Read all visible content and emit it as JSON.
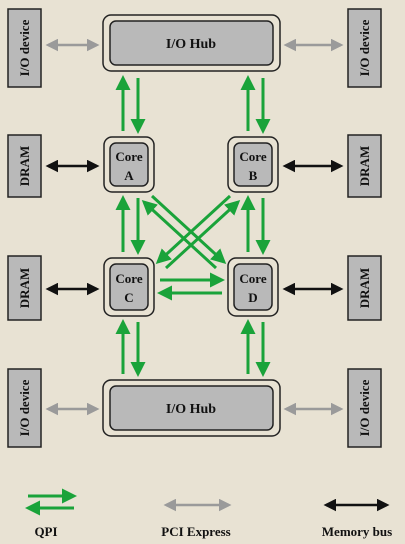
{
  "io_hub_top": {
    "label": "I/O Hub"
  },
  "io_hub_bottom": {
    "label": "I/O Hub"
  },
  "cores": {
    "a": {
      "line1": "Core",
      "line2": "A"
    },
    "b": {
      "line1": "Core",
      "line2": "B"
    },
    "c": {
      "line1": "Core",
      "line2": "C"
    },
    "d": {
      "line1": "Core",
      "line2": "D"
    }
  },
  "side_boxes": {
    "io_top_left": "I/O device",
    "io_top_right": "I/O device",
    "dram_left_1": "DRAM",
    "dram_right_1": "DRAM",
    "dram_left_2": "DRAM",
    "dram_right_2": "DRAM",
    "io_bottom_left": "I/O device",
    "io_bottom_right": "I/O device"
  },
  "legend": {
    "qpi": "QPI",
    "pci_express": "PCI Express",
    "memory_bus": "Memory bus"
  },
  "colors": {
    "qpi": "#1aa33a",
    "pci_express": "#9a9a9a",
    "memory_bus": "#111111",
    "box_fill": "#b9b9b9",
    "box_border": "#222222",
    "background": "#e8e2d3"
  }
}
